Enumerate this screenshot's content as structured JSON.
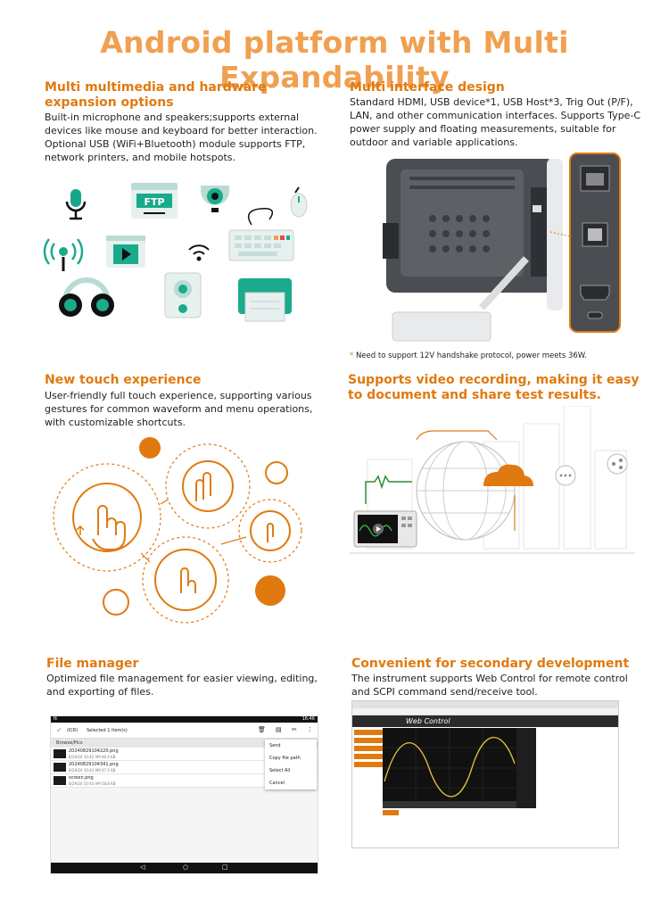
{
  "page": {
    "title": "Android platform with Multi Expandability"
  },
  "sections": {
    "multimedia": {
      "heading": "Multi multimedia and hardware expansion options",
      "body": "Built-in microphone and speakers;supports external devices like mouse and keyboard for better interaction. Optional USB (WiFi+Bluetooth) module supports FTP, network printers, and mobile hotspots.",
      "icons": [
        "microphone-icon",
        "ftp-icon",
        "webcam-icon",
        "mouse-icon",
        "hotspot-icon",
        "video-player-icon",
        "wifi-icon",
        "keyboard-icon",
        "headphones-icon",
        "speaker-icon",
        "printer-icon"
      ],
      "ftp_label": "FTP"
    },
    "interface": {
      "heading": "Multi interface design",
      "body": "Standard HDMI, USB device*1, USB Host*3, Trig Out (P/F), LAN, and other communication interfaces. Supports Type-C power supply and floating measurements, suitable for outdoor and variable applications.",
      "note_star": "*",
      "note": "Need to support 12V handshake protocol, power meets 36W."
    },
    "touch": {
      "heading": "New touch experience",
      "body": "User-friendly full touch experience, supporting various gestures for common waveform and menu operations, with customizable shortcuts."
    },
    "video": {
      "heading": "Supports video recording, making it easy to document and share test results."
    },
    "files": {
      "heading": "File manager",
      "body": "Optimized file management for easier viewing, editing, and exporting of files.",
      "status_time": "16:46",
      "status_left": "N",
      "selected": "Selected 1 item(s)",
      "tab": "(ICR)",
      "path": "Browse/Pics",
      "items": [
        {
          "name": "20240829104220.png",
          "meta": "8/29/24 10:42 AM   46.4 KB"
        },
        {
          "name": "20240829104341.png",
          "meta": "8/29/24 10:43 AM   47.1 KB"
        },
        {
          "name": "screen.png",
          "meta": "8/29/24 10:43 AM   58.8 KB"
        }
      ],
      "menu": [
        "Send",
        "Copy file path",
        "Select All",
        "Cancel"
      ]
    },
    "dev": {
      "heading": "Convenient for secondary development",
      "body": "The instrument supports Web Control for remote control and SCPI command send/receive tool.",
      "web_title": "Web Control"
    }
  },
  "colors": {
    "orange": "#e07a10",
    "title": "#f0a050",
    "green": "#1aaa8c"
  }
}
